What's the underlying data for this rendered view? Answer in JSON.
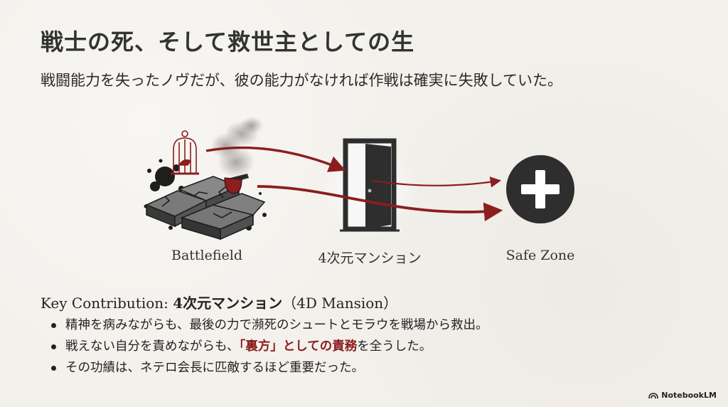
{
  "title": "戦士の死、そして救世主としての生",
  "subtitle": "戦闘能力を失ったノヴだが、彼の能力がなければ作戦は確実に失敗していた。",
  "diagram": {
    "nodes": [
      {
        "label": "Battlefield"
      },
      {
        "label": "4次元マンション"
      },
      {
        "label": "Safe Zone"
      }
    ]
  },
  "contribution": {
    "heading_prefix": "Key Contribution: ",
    "heading_highlight": "4次元マンション",
    "heading_suffix": "（4D Mansion）",
    "bullets": [
      {
        "before": "精神を病みながらも、最後の力で瀕死のシュートとモラウを戦場から救出。",
        "emphasis": "",
        "after": ""
      },
      {
        "before": "戦えない自分を責めながらも、",
        "emphasis": "「裏方」としての責務",
        "after": "を全うした。"
      },
      {
        "before": "その功績は、ネテロ会長に匹敵するほど重要だった。",
        "emphasis": "",
        "after": ""
      }
    ]
  },
  "brand": "NotebookLM",
  "colors": {
    "accent": "#8b1e1e",
    "dark": "#2e2e2e",
    "background": "#f3f1ec"
  }
}
